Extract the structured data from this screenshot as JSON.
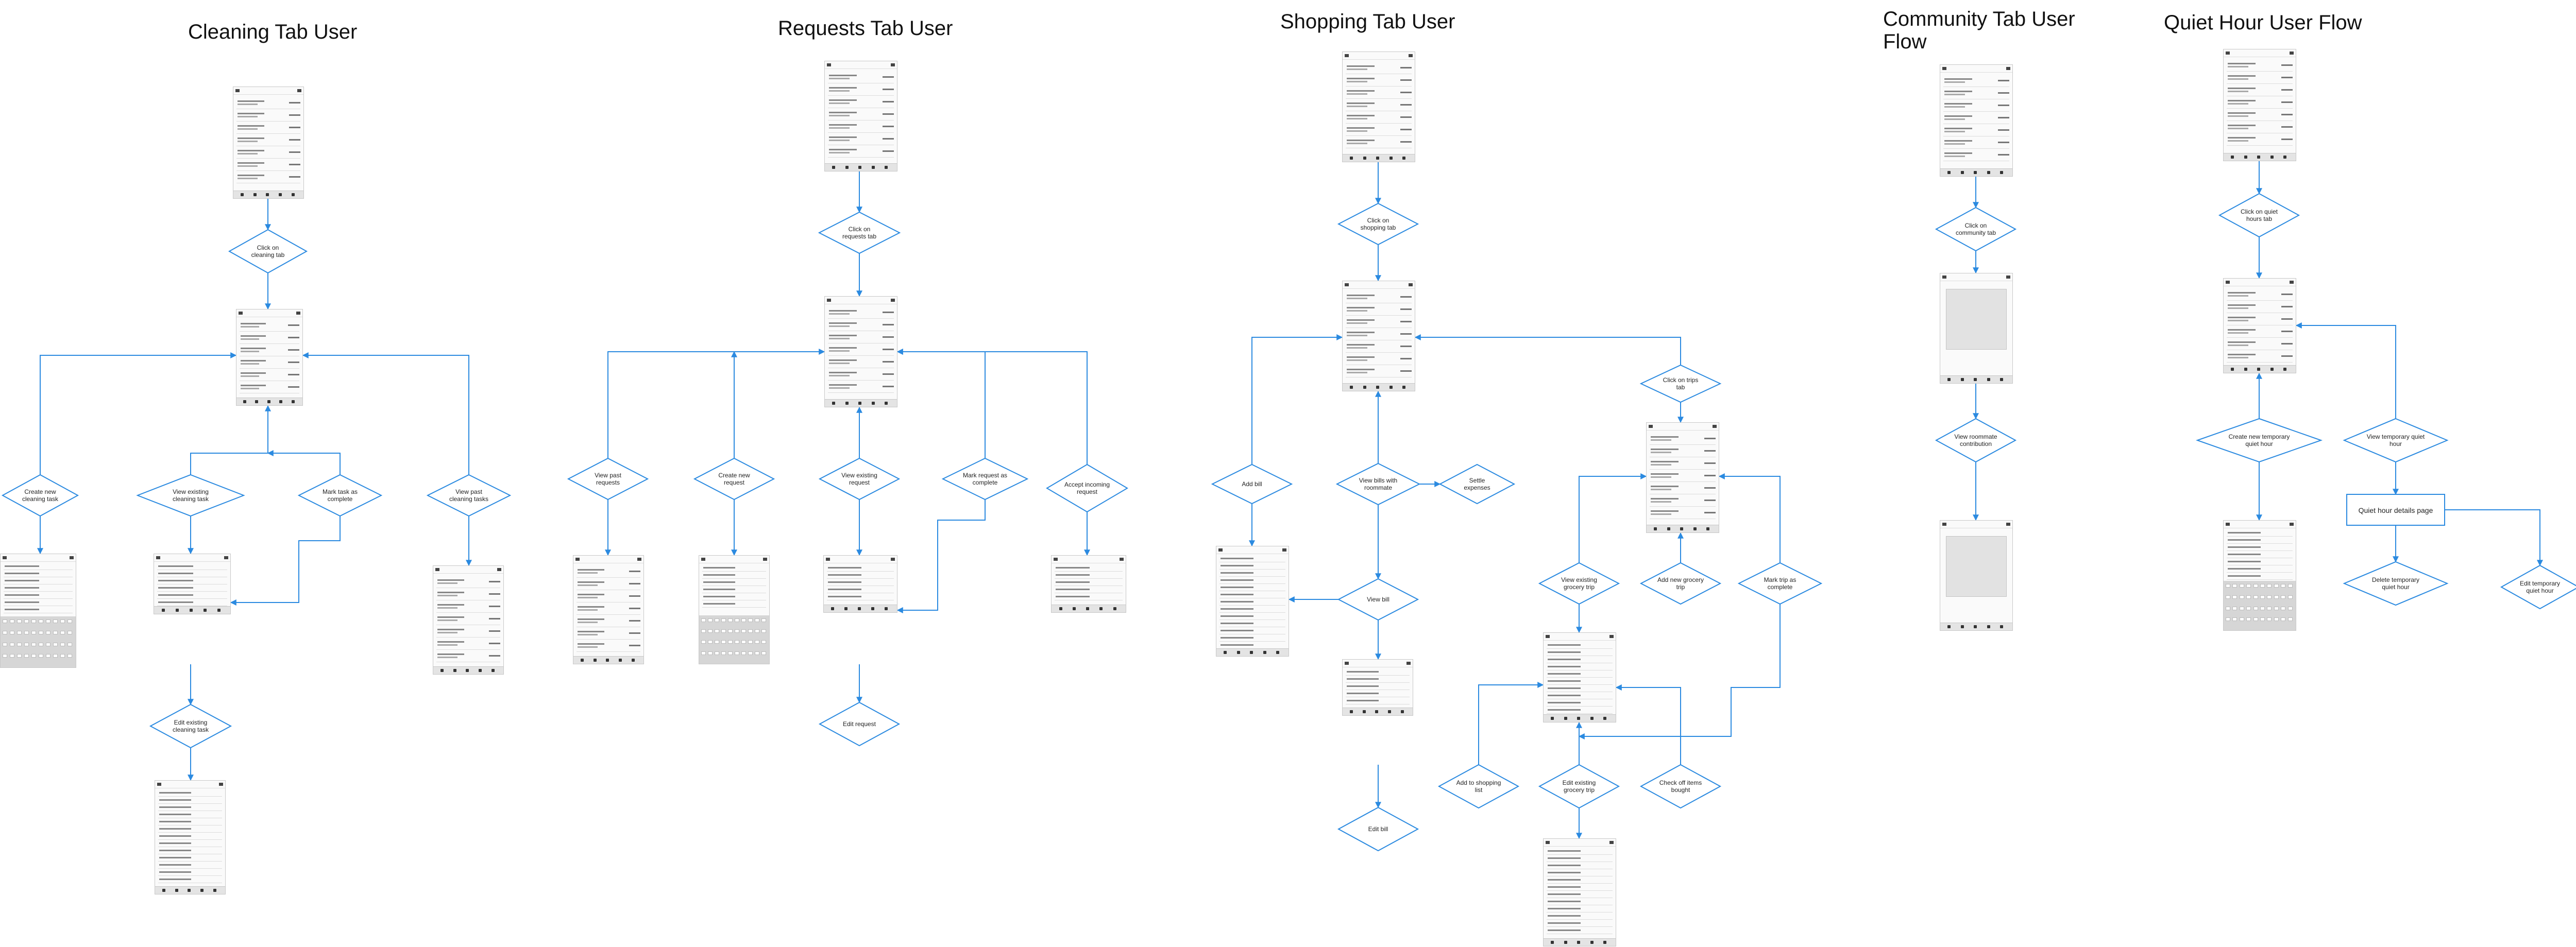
{
  "titles": {
    "cleaning": "Cleaning Tab User",
    "requests": "Requests Tab User",
    "shopping": "Shopping Tab User",
    "community": "Community Tab User Flow",
    "quiet": "Quiet Hour User Flow"
  },
  "nodes": {
    "click_cleaning": "Click on cleaning tab",
    "create_cleaning": "Create new cleaning task",
    "view_cleaning": "View existing cleaning task",
    "mark_complete": "Mark task as complete",
    "view_past_cleaning": "View past cleaning tasks",
    "edit_cleaning": "Edit existing cleaning task",
    "click_requests": "Click on requests tab",
    "view_past_requests": "View past requests",
    "create_request": "Create new request",
    "view_request": "View existing request",
    "mark_request": "Mark request as complete",
    "accept_request": "Accept incoming request",
    "edit_request": "Edit request",
    "click_shopping": "Click on shopping tab",
    "click_trips": "Click on trips tab",
    "add_bill": "Add bill",
    "view_bills": "View bills with roommate",
    "settle": "Settle expenses",
    "view_bill": "View bill",
    "edit_bill": "Edit bill",
    "view_grocery": "View existing grocery trip",
    "add_grocery": "Add new grocery trip",
    "mark_trip": "Mark trip as complete",
    "add_to_trip": "Add to shopping list",
    "edit_grocery": "Edit existing grocery trip",
    "check_off": "Check off items bought",
    "click_community": "Click on community tab",
    "view_contrib": "View roommate contribution",
    "click_quiet": "Click on quiet hours tab",
    "create_quiet": "Create new temporary quiet hour",
    "view_quiet": "View temporary quiet hour",
    "quiet_details": "Quiet hour details page",
    "delete_quiet": "Delete temporary quiet hour",
    "edit_quiet": "Edit temporary quiet hour"
  },
  "colors": {
    "flow": "#2b8ae0",
    "diamond_fill": "#ffffff",
    "text": "#222222",
    "screen": "#fafafa"
  }
}
